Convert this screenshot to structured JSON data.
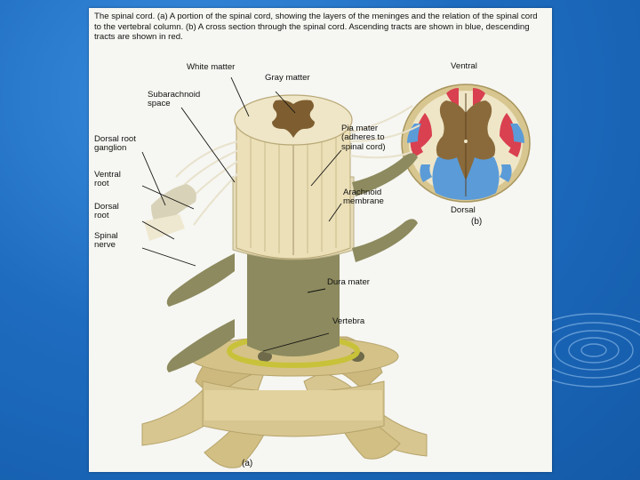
{
  "caption": "The spinal cord. (a) A portion of the spinal cord, showing the layers of the meninges and the relation of the spinal cord to the vertebral column. (b) A cross section through the spinal cord. Ascending tracts are shown in blue, descending tracts are shown in red.",
  "labels": {
    "white_matter": "White matter",
    "gray_matter": "Gray matter",
    "subarachnoid_space": "Subarachnoid\nspace",
    "dorsal_root_ganglion": "Dorsal root\nganglion",
    "ventral_root": "Ventral\nroot",
    "dorsal_root": "Dorsal\nroot",
    "spinal_nerve": "Spinal\nnerve",
    "pia_mater": "Pia mater\n(adheres to\nspinal cord)",
    "arachnoid_membrane": "Arachnoid\nmembrane",
    "dura_mater": "Dura mater",
    "vertebra": "Vertebra",
    "ventral": "Ventral",
    "dorsal": "Dorsal",
    "part_b": "(b)",
    "part_a": "(a)"
  },
  "colors": {
    "slide_background": "#1e6cc0",
    "ascending_tracts": "#5b9bd8",
    "descending_tracts": "#d94050",
    "gray_matter": "#8a6a3a",
    "white_matter": "#efe6c8",
    "vertebra": "#d8c690",
    "dura_mater": "#8c8a5e"
  }
}
